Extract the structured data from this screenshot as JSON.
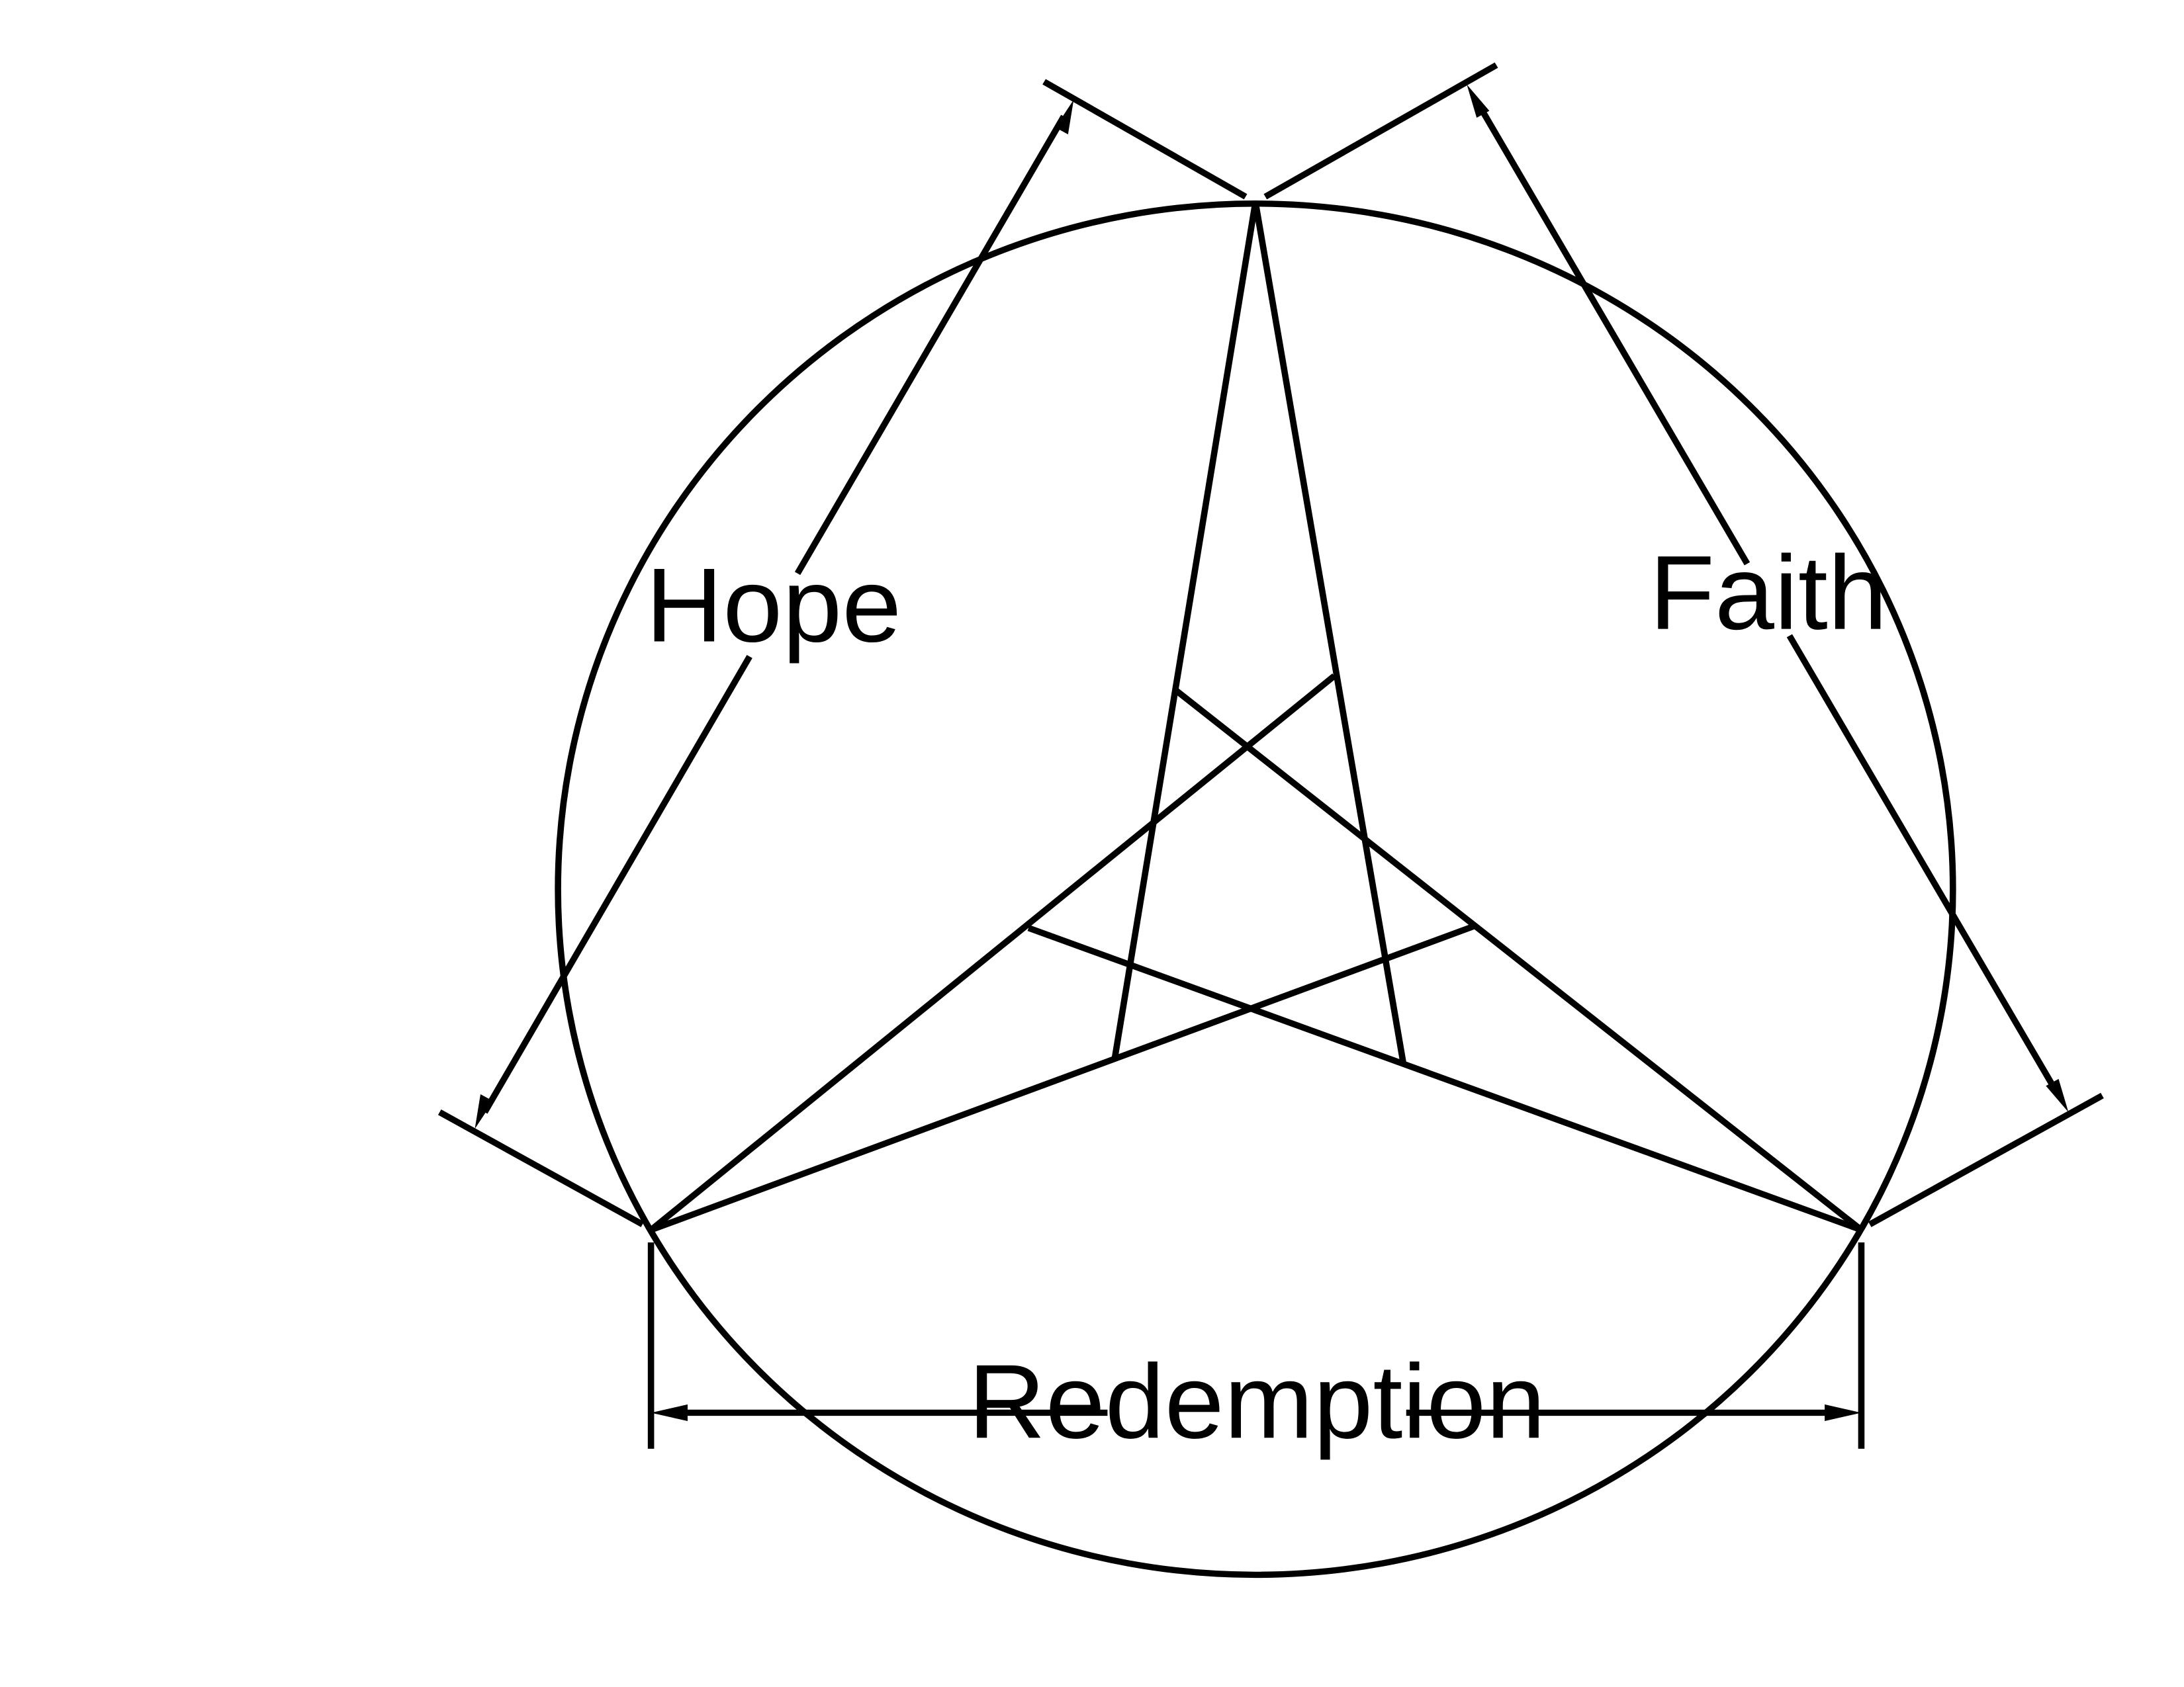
{
  "labels": {
    "hope": "Hope",
    "faith": "Faith",
    "redemption": "Redemption"
  },
  "colors": {
    "ink": "#000000",
    "background": "#ffffff"
  }
}
